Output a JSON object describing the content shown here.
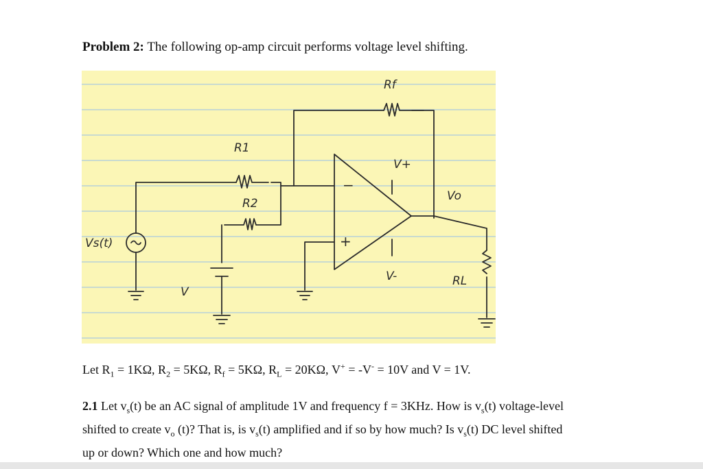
{
  "problem": {
    "label": "Problem 2:",
    "title": "The following op-amp circuit performs voltage level shifting."
  },
  "diagram_labels": {
    "rf": "Rf",
    "r1": "R1",
    "r2": "R2",
    "vplus": "V+",
    "vminus": "V-",
    "vo": "Vo",
    "rl": "RL",
    "vs": "Vs(t)",
    "v": "V",
    "minus": "−",
    "plus": "+"
  },
  "given": {
    "let": "Let",
    "r1": "R",
    "r1_sub": "1",
    "r1_val": " = 1KΩ, ",
    "r2": "R",
    "r2_sub": "2",
    "r2_val": " = 5KΩ, ",
    "rf": "R",
    "rf_sub": "f",
    "rf_val": " = 5KΩ, ",
    "rl": "R",
    "rl_sub": "L",
    "rl_val": " = 20KΩ, ",
    "vp": "V",
    "vp_sup": "+",
    "vp_mid": " = -V",
    "vm_sup": "-",
    "tail": " = 10V and V = 1V."
  },
  "question": {
    "number": "2.1",
    "l1_a": " Let v",
    "l1_s": "s",
    "l1_b": "(t) be an AC signal of amplitude 1V and frequency f = 3KHz. How is v",
    "l1_s2": "s",
    "l1_c": "(t) voltage-level",
    "l2_a": "shifted to create v",
    "l2_o": "o",
    "l2_b": " (t)? That is, is v",
    "l2_s": "s",
    "l2_c": "(t) amplified and if so by how much? Is v",
    "l2_s2": "s",
    "l2_d": "(t) DC level shifted",
    "l3": "up or down? Which one and how much?"
  }
}
